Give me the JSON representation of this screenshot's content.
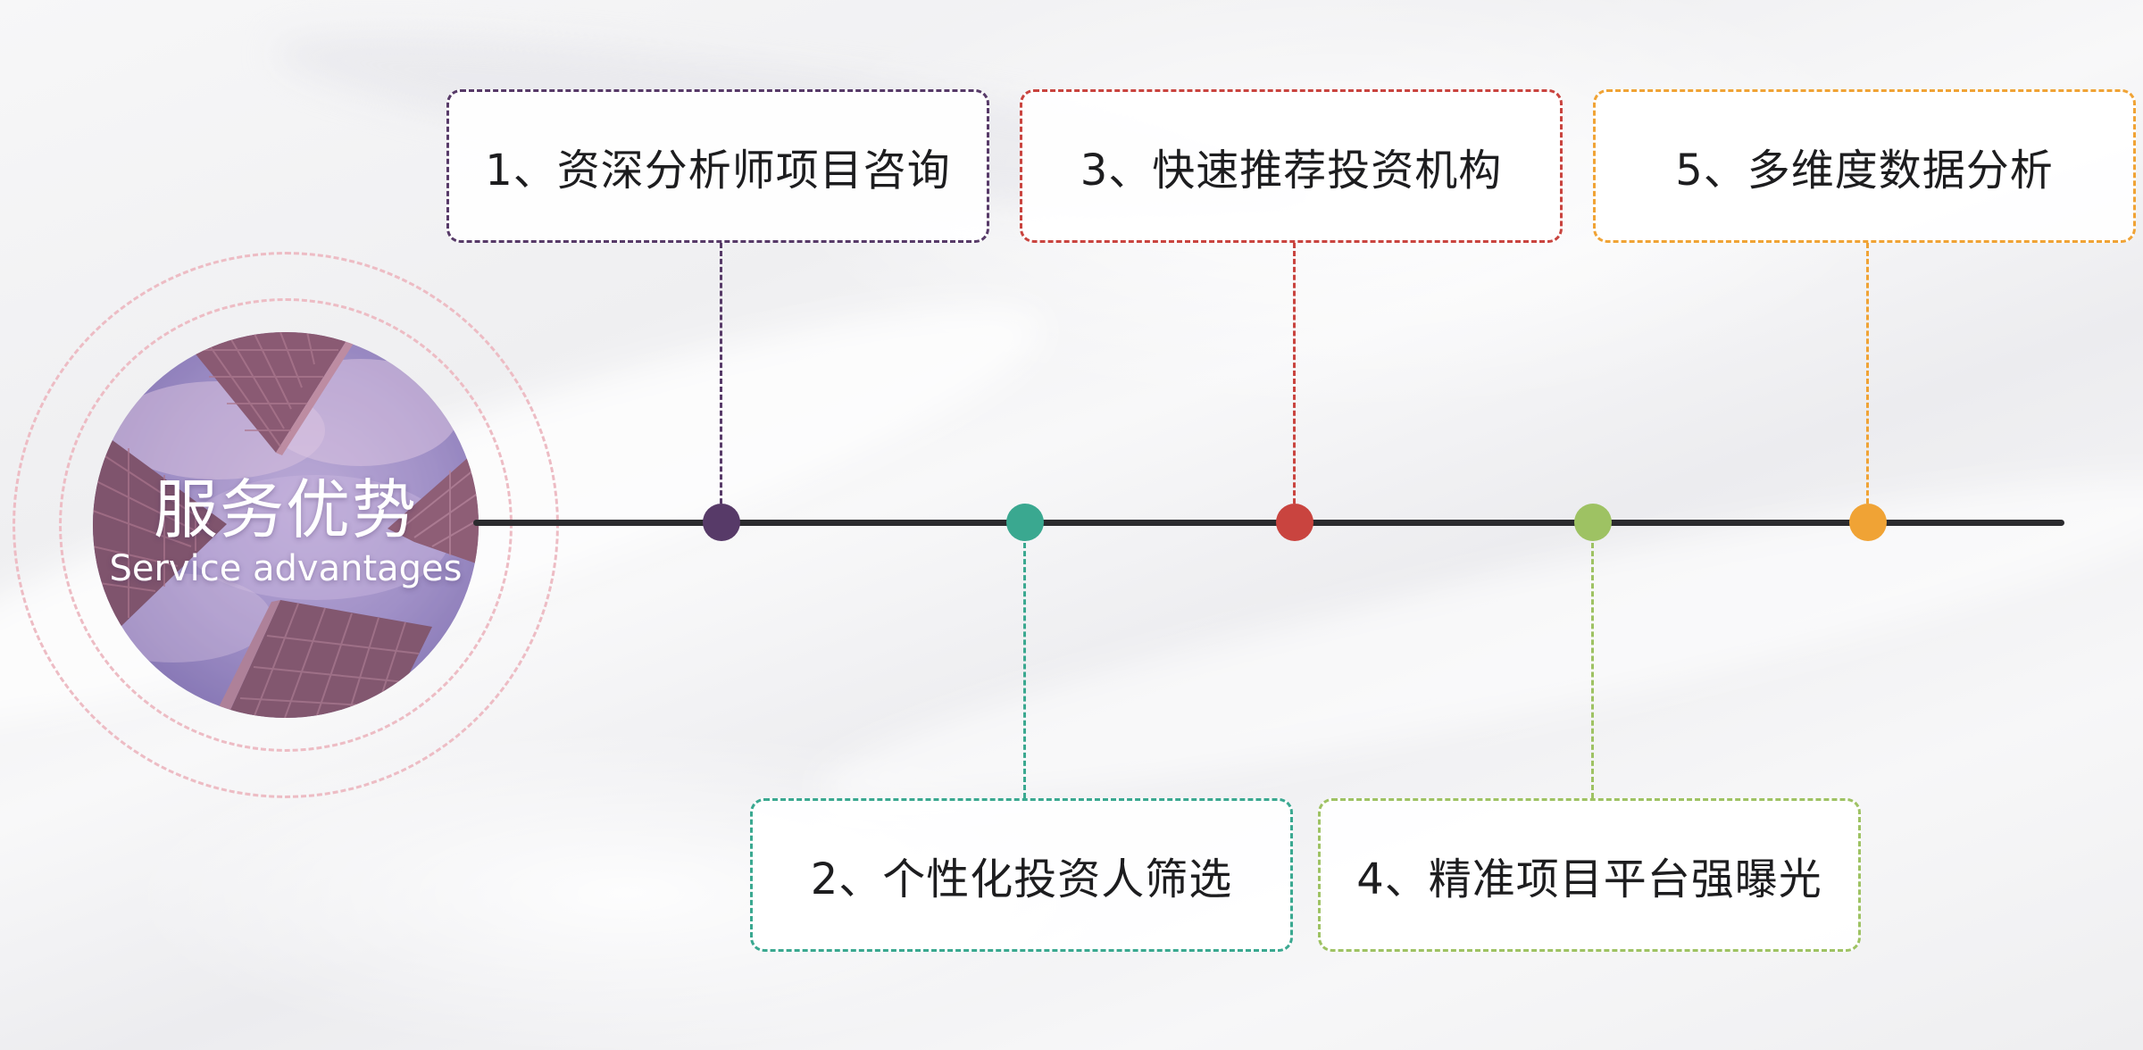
{
  "title": {
    "main": "服务优势",
    "sub": "Service advantages"
  },
  "items": [
    {
      "label": "1、资深分析师项目咨询",
      "color": "#573a68",
      "position": "top"
    },
    {
      "label": "2、个性化投资人筛选",
      "color": "#3aa890",
      "position": "bottom"
    },
    {
      "label": "3、快速推荐投资机构",
      "color": "#c9443f",
      "position": "top"
    },
    {
      "label": "4、精准项目平台强曝光",
      "color": "#9ec263",
      "position": "bottom"
    },
    {
      "label": "5、多维度数据分析",
      "color": "#f0a335",
      "position": "top"
    }
  ],
  "colors": {
    "timeline": "#2b2b2e",
    "ring": "#edbcc4"
  }
}
